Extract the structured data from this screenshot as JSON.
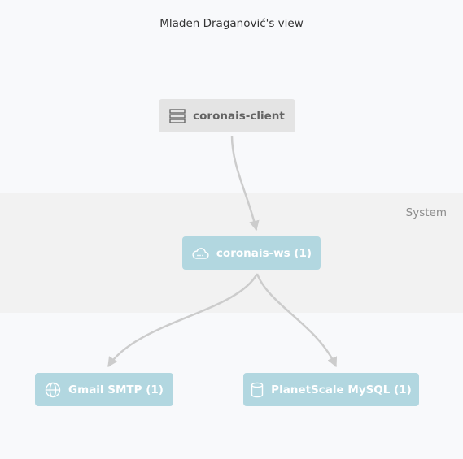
{
  "diagram": {
    "title": "Mladen Draganović's view",
    "group": {
      "label": "System"
    },
    "nodes": {
      "client": {
        "label": "coronais-client",
        "icon": "server-icon"
      },
      "ws": {
        "label": "coronais-ws (1)",
        "icon": "cloud-icon"
      },
      "gmail": {
        "label": "Gmail SMTP (1)",
        "icon": "globe-icon"
      },
      "planetscale": {
        "label": "PlanetScale MySQL (1)",
        "icon": "database-icon"
      }
    },
    "edges": [
      {
        "from": "coronais-client",
        "to": "coronais-ws"
      },
      {
        "from": "coronais-ws",
        "to": "Gmail SMTP"
      },
      {
        "from": "coronais-ws",
        "to": "PlanetScale MySQL"
      }
    ]
  },
  "colors": {
    "page_background": "#f8f9fb",
    "group_background": "#f2f2f2",
    "external_node": "#e4e4e4",
    "internal_node": "#b2d7e0",
    "edge": "#cccccc"
  }
}
